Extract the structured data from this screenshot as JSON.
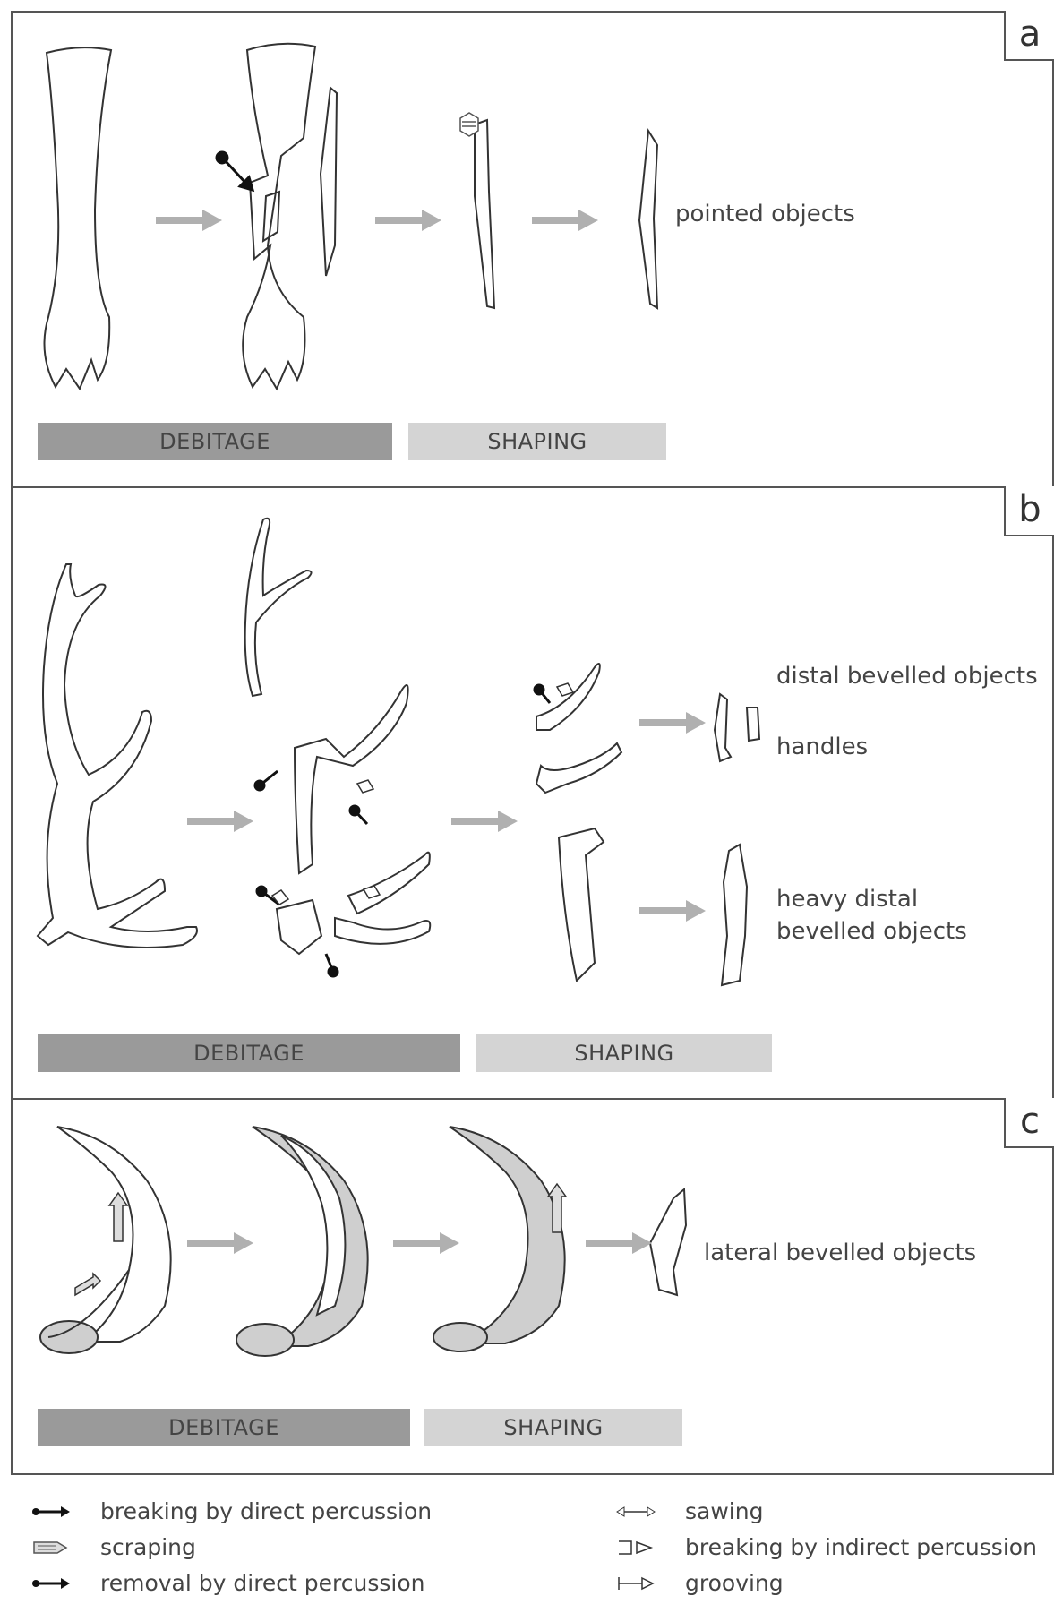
{
  "panels": [
    {
      "letter": "a",
      "labels": [
        "pointed objects"
      ],
      "bars": {
        "debitage": "DEBITAGE",
        "shaping": "SHAPING"
      }
    },
    {
      "letter": "b",
      "labels": [
        "distal bevelled objects",
        "handles",
        "heavy distal",
        "bevelled objects"
      ],
      "bars": {
        "debitage": "DEBITAGE",
        "shaping": "SHAPING"
      }
    },
    {
      "letter": "c",
      "labels": [
        "lateral bevelled objects"
      ],
      "bars": {
        "debitage": "DEBITAGE",
        "shaping": "SHAPING"
      }
    }
  ],
  "legend": [
    {
      "icon": "breaking-direct-percussion-icon",
      "label": "breaking by direct percussion"
    },
    {
      "icon": "scraping-icon",
      "label": "scraping"
    },
    {
      "icon": "removal-direct-percussion-icon",
      "label": "removal by direct percussion"
    },
    {
      "icon": "sawing-icon",
      "label": "sawing"
    },
    {
      "icon": "breaking-indirect-percussion-icon",
      "label": "breaking by indirect percussion"
    },
    {
      "icon": "grooving-icon",
      "label": "grooving"
    }
  ],
  "colors": {
    "outline": "#333333",
    "arrow": "#b0b0b0",
    "dark_bar": "#9a9a9a",
    "light_bar": "#d4d4d4",
    "fill": "#cfcfcf"
  }
}
